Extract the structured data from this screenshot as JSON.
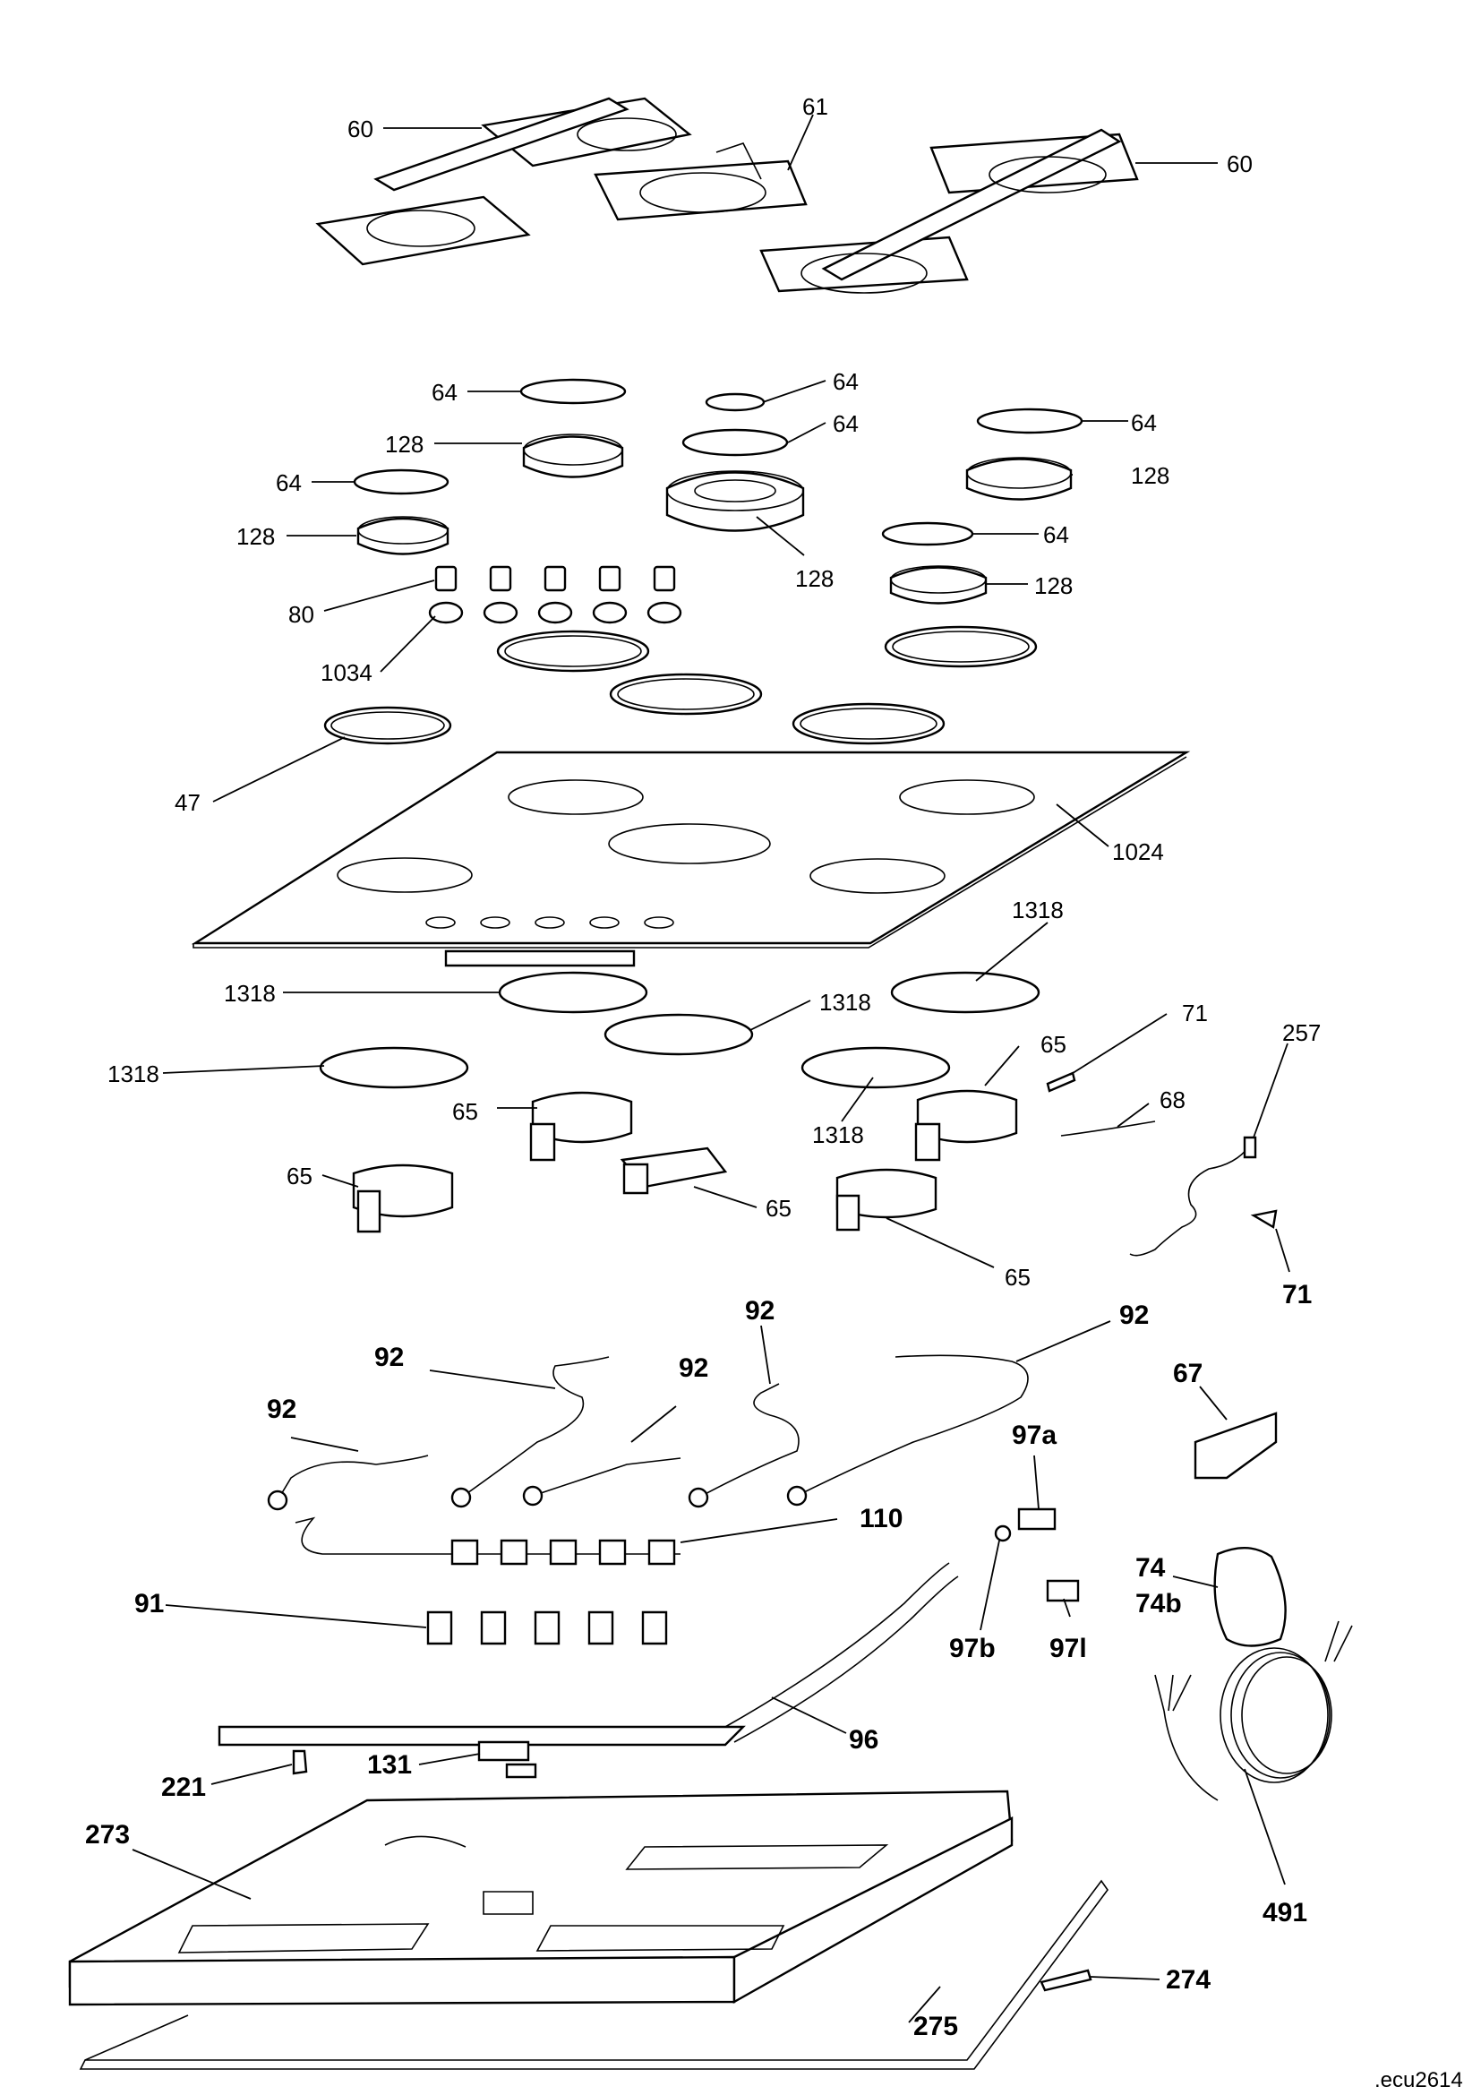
{
  "diagram_ref": ".ecu2614",
  "labels": {
    "l60a": "60",
    "l61": "61",
    "l60b": "60",
    "l64a": "64",
    "l64b": "64",
    "l64c": "64",
    "l64d": "64",
    "l64e": "64",
    "l64f": "64",
    "l128a": "128",
    "l128b": "128",
    "l128c": "128",
    "l128d": "128",
    "l128e": "128",
    "l80": "80",
    "l1034": "1034",
    "l47": "47",
    "l1024": "1024",
    "l1318a": "1318",
    "l1318b": "1318",
    "l1318c": "1318",
    "l1318d": "1318",
    "l1318e": "1318",
    "l71a": "71",
    "l257": "257",
    "l68": "68",
    "l71b": "71",
    "l65a": "65",
    "l65b": "65",
    "l65c": "65",
    "l65d": "65",
    "l65e": "65",
    "l92a": "92",
    "l92b": "92",
    "l92c": "92",
    "l92d": "92",
    "l92e": "92",
    "l67": "67",
    "l97a": "97a",
    "l110": "110",
    "l74": "74",
    "l74b": "74b",
    "l91": "91",
    "l97b": "97b",
    "l97l": "97l",
    "l96": "96",
    "l221": "221",
    "l131": "131",
    "l273": "273",
    "l491": "491",
    "l274": "274",
    "l275": "275"
  }
}
